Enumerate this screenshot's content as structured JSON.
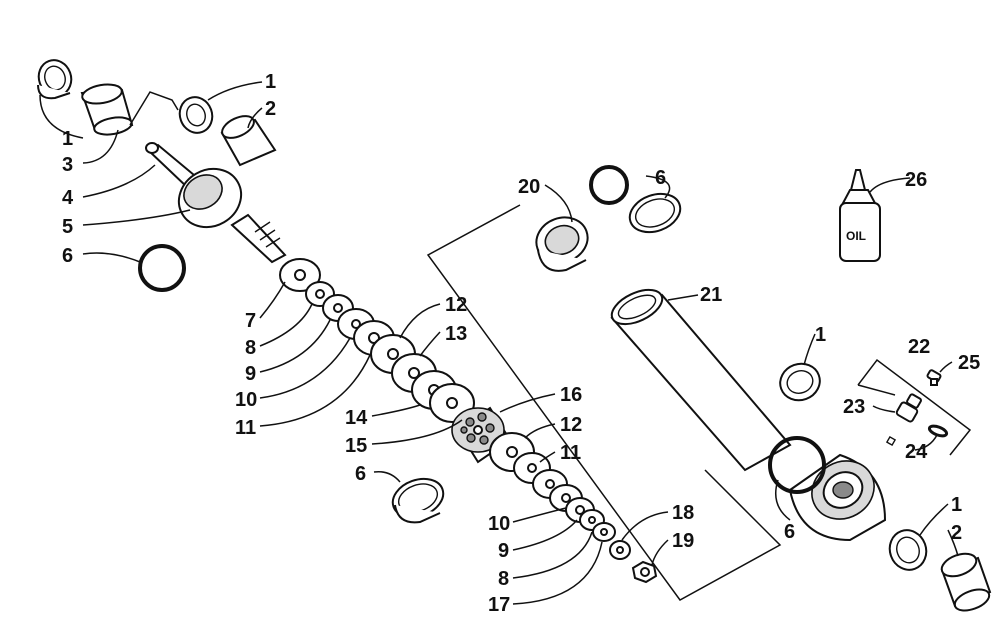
{
  "diagram": {
    "oil_label": "OIL",
    "callouts": {
      "c1_top": "1",
      "c2_top": "2",
      "c1_left": "1",
      "c3": "3",
      "c4": "4",
      "c5": "5",
      "c6_left": "6",
      "c7": "7",
      "c8_a": "8",
      "c9_a": "9",
      "c10_a": "10",
      "c11_a": "11",
      "c12_a": "12",
      "c13": "13",
      "c14": "14",
      "c15": "15",
      "c6_mid": "6",
      "c16": "16",
      "c12_b": "12",
      "c11_b": "11",
      "c10_b": "10",
      "c9_b": "9",
      "c8_b": "8",
      "c17": "17",
      "c18": "18",
      "c19": "19",
      "c20": "20",
      "c6_top": "6",
      "c21": "21",
      "c26": "26",
      "c1_right": "1",
      "c22": "22",
      "c25": "25",
      "c23": "23",
      "c24": "24",
      "c6_bottom": "6",
      "c1_bottom": "1",
      "c2_bottom": "2"
    }
  }
}
